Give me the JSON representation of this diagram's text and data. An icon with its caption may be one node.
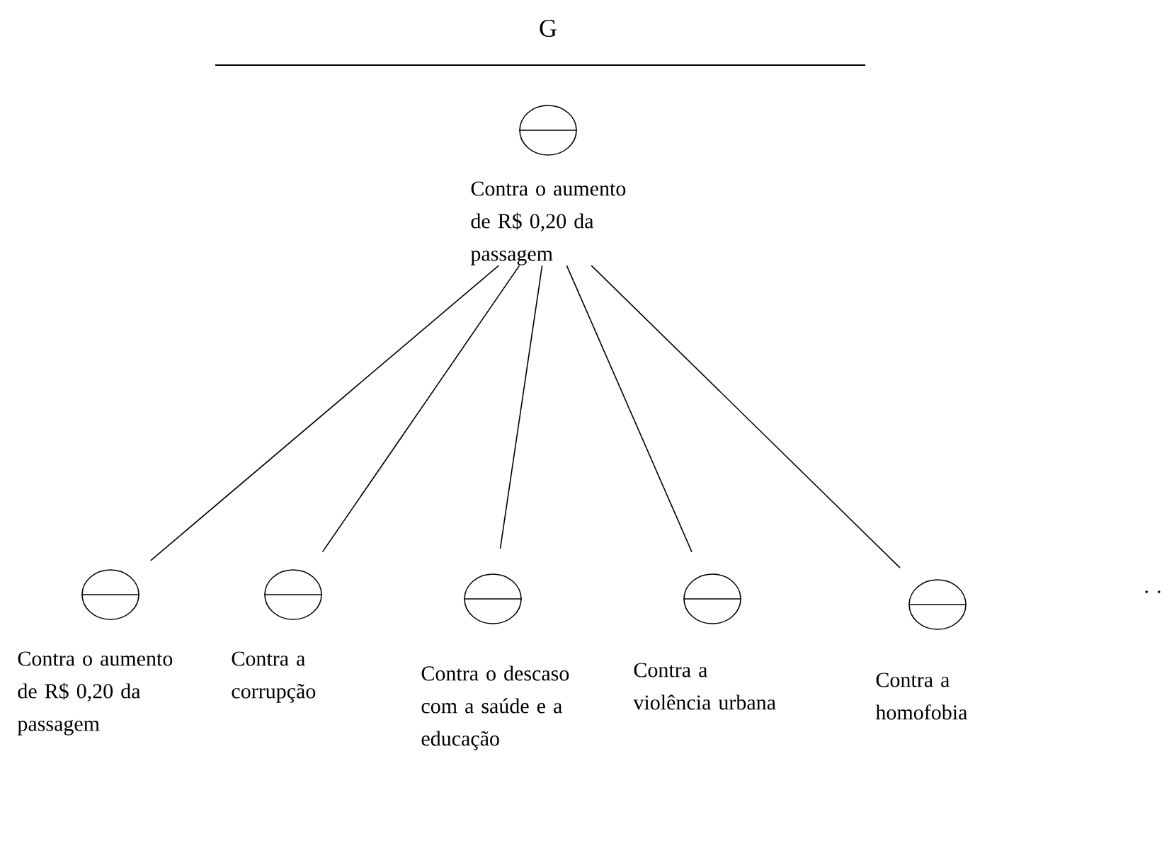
{
  "diagram": {
    "title": "G",
    "nodes": [
      {
        "text": [
          "Contra o aumento de R$ 0,20 da passagem"
        ]
      },
      {
        "text": [
          "Contra o aumento de R$ 0,20 da passagem"
        ]
      },
      {
        "text": [
          "Contra a corrupção"
        ]
      },
      {
        "text": [
          "Contra o descaso com a saúde e a educação"
        ]
      },
      {
        "text": [
          "Contra a violência urbana"
        ]
      },
      {
        "text": [
          "Contra a homofobia"
        ]
      }
    ],
    "edges": [
      {
        "from": 0,
        "to": 1,
        "arrow": "none"
      },
      {
        "from": 0,
        "to": 2,
        "arrow": "none"
      },
      {
        "from": 0,
        "to": 3,
        "arrow": "none"
      },
      {
        "from": 0,
        "to": 4,
        "arrow": "none"
      },
      {
        "from": 0,
        "to": 5,
        "arrow": "none"
      }
    ],
    "labels": [
      ". ."
    ]
  }
}
